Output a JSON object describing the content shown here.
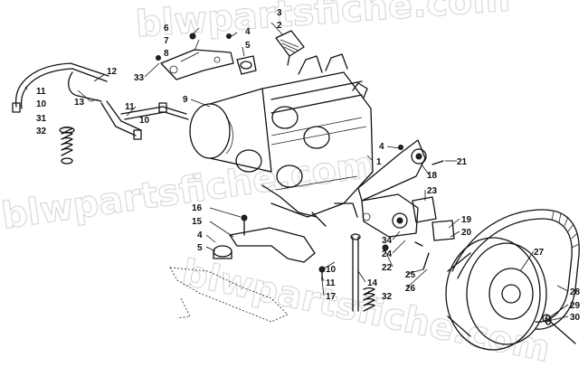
{
  "watermark": {
    "text_top": "blwpartsfiche.com",
    "text_mid": "blwpartsfiche.com",
    "text_low": "blwpartsfiche.com",
    "color": "#d9d9d9"
  },
  "callouts": [
    {
      "id": "c3a",
      "text": "3"
    },
    {
      "id": "c2",
      "text": "2"
    },
    {
      "id": "c6",
      "text": "6"
    },
    {
      "id": "c7",
      "text": "7"
    },
    {
      "id": "c8",
      "text": "8"
    },
    {
      "id": "c4a",
      "text": "4"
    },
    {
      "id": "c5a",
      "text": "5"
    },
    {
      "id": "c12",
      "text": "12"
    },
    {
      "id": "c33",
      "text": "33"
    },
    {
      "id": "c11a",
      "text": "11"
    },
    {
      "id": "c10a",
      "text": "10"
    },
    {
      "id": "c13",
      "text": "13"
    },
    {
      "id": "c9",
      "text": "9"
    },
    {
      "id": "c11b",
      "text": "11"
    },
    {
      "id": "c10b",
      "text": "10"
    },
    {
      "id": "c31",
      "text": "31"
    },
    {
      "id": "c32a",
      "text": "32"
    },
    {
      "id": "c4b",
      "text": "4"
    },
    {
      "id": "c1",
      "text": "1"
    },
    {
      "id": "c18",
      "text": "18"
    },
    {
      "id": "c21",
      "text": "21"
    },
    {
      "id": "c23",
      "text": "23"
    },
    {
      "id": "c16",
      "text": "16"
    },
    {
      "id": "c15",
      "text": "15"
    },
    {
      "id": "c4c",
      "text": "4"
    },
    {
      "id": "c5b",
      "text": "5"
    },
    {
      "id": "c19",
      "text": "19"
    },
    {
      "id": "c20",
      "text": "20"
    },
    {
      "id": "c34",
      "text": "34"
    },
    {
      "id": "c24",
      "text": "24"
    },
    {
      "id": "c22",
      "text": "22"
    },
    {
      "id": "c27",
      "text": "27"
    },
    {
      "id": "c10c",
      "text": "10"
    },
    {
      "id": "c11c",
      "text": "11"
    },
    {
      "id": "c17",
      "text": "17"
    },
    {
      "id": "c14",
      "text": "14"
    },
    {
      "id": "c32b",
      "text": "32"
    },
    {
      "id": "c25",
      "text": "25"
    },
    {
      "id": "c26",
      "text": "26"
    },
    {
      "id": "c28",
      "text": "28"
    },
    {
      "id": "c29",
      "text": "29"
    },
    {
      "id": "c30",
      "text": "30"
    }
  ]
}
